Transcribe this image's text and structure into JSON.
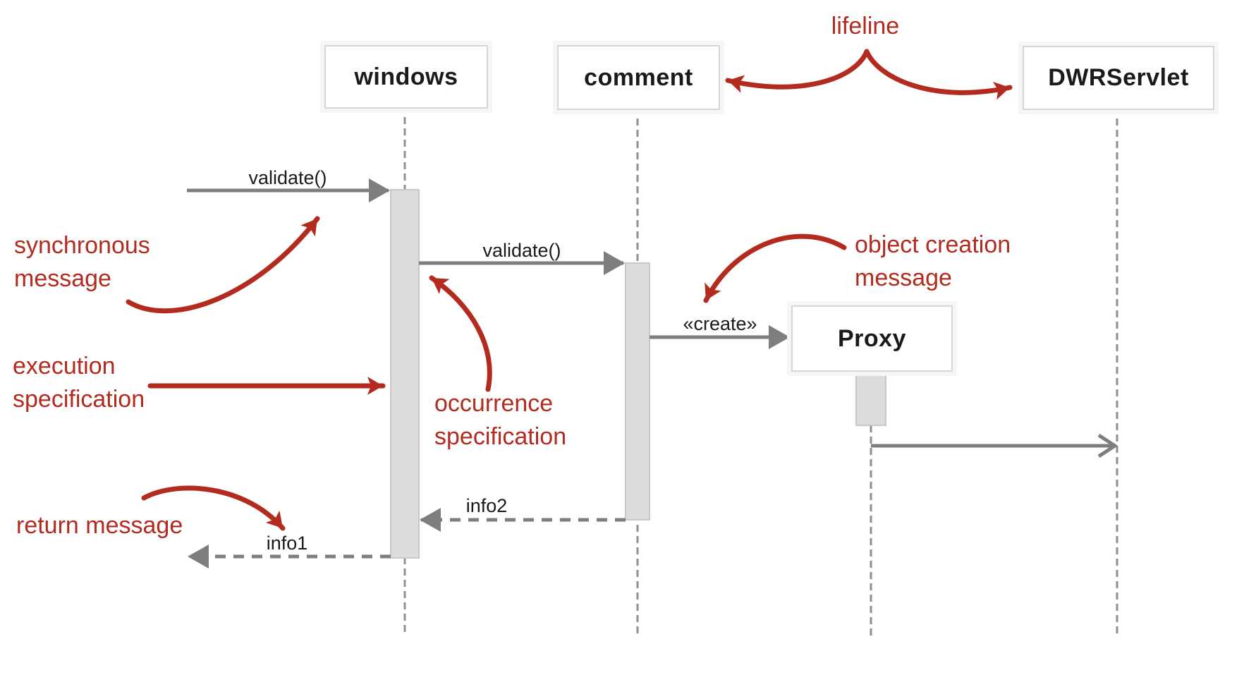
{
  "participants": {
    "windows": {
      "label": "windows"
    },
    "comment": {
      "label": "comment"
    },
    "dwrservlet": {
      "label": "DWRServlet"
    },
    "proxy": {
      "label": "Proxy"
    }
  },
  "messages": {
    "validate1": {
      "label": "validate()"
    },
    "validate2": {
      "label": "validate()"
    },
    "create": {
      "label": "«create»"
    },
    "info2": {
      "label": "info2"
    },
    "info1": {
      "label": "info1"
    }
  },
  "annotations": {
    "lifeline": {
      "label": "lifeline"
    },
    "synchronous_message": {
      "label": "synchronous\nmessage"
    },
    "execution_specification": {
      "label": "execution\nspecification"
    },
    "occurrence_specification": {
      "label": "occurrence\nspecification"
    },
    "object_creation_message": {
      "label": "object creation\nmessage"
    },
    "return_message": {
      "label": "return message"
    }
  },
  "colors": {
    "annotation_red": "#b32b1f",
    "message_gray": "#7e7e7e",
    "activation_fill": "#dcdcdc",
    "activation_border": "#c8c8c8",
    "lifeline_gray": "#8f8f8f",
    "box_border": "#d6d6d6",
    "text_black": "#1a1a1a"
  }
}
